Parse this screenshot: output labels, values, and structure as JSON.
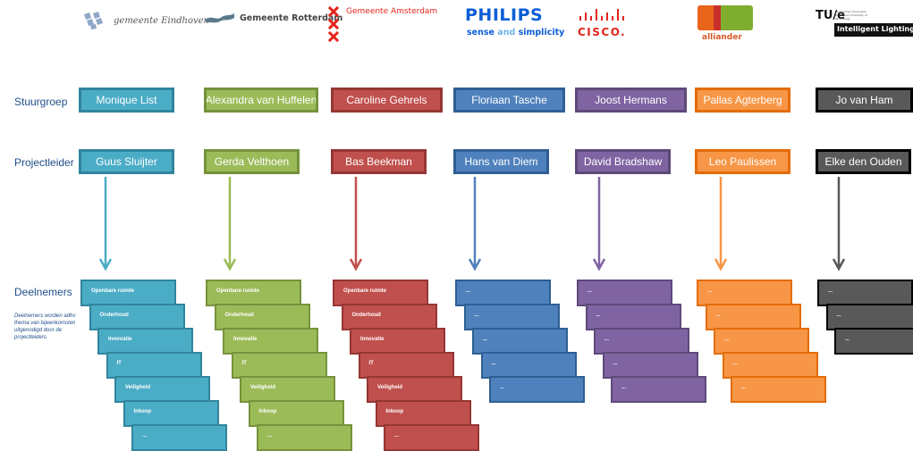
{
  "logos": {
    "eindhoven": "gemeente Eindhoven",
    "rotterdam": "Gemeente Rotterdam",
    "amsterdam": "Gemeente Amsterdam",
    "philips_brand": "PHILIPS",
    "philips_tag_pre": "sense ",
    "philips_tag_and": "and",
    "philips_tag_post": " simplicity",
    "cisco": "CISCO.",
    "alliander": "alliander",
    "tue_brand": "TU/e",
    "tue_small": "Technische Universiteit Eindhoven University of Technology",
    "tue_institute": "Intelligent Lighting Institute"
  },
  "rows": {
    "stuurgroep": "Stuurgroep",
    "projectleider": "Projectleider",
    "deelnemers": "Deelnemers",
    "deelnemers_note": "Deelnemers worden adhv thema van bijeenkomsten uitgenodigd door de projectleiders."
  },
  "columns": [
    {
      "stuurgroep": "Monique List",
      "projectleider": "Guus Sluijter",
      "color": "#4bacc6",
      "border": "#31859c",
      "cards": [
        "Openbare ruimte",
        "Onderhoud",
        "Innovatie",
        "IT",
        "Veiligheid",
        "Inkoop",
        "..."
      ]
    },
    {
      "stuurgroep": "Alexandra van Huffelen",
      "projectleider": "Gerda Velthoen",
      "color": "#9bbb59",
      "border": "#76923c",
      "cards": [
        "Openbare ruimte",
        "Onderhoud",
        "Innovatie",
        "IT",
        "Veiligheid",
        "Inkoop",
        "..."
      ]
    },
    {
      "stuurgroep": "Caroline Gehrels",
      "projectleider": "Bas Beekman",
      "color": "#c0504d",
      "border": "#943634",
      "cards": [
        "Openbare ruimte",
        "Onderhoud",
        "Innovatie",
        "IT",
        "Veiligheid",
        "Inkoop",
        "..."
      ]
    },
    {
      "stuurgroep": "Floriaan Tasche",
      "projectleider": "Hans van Diem",
      "color": "#4f81bd",
      "border": "#2f5f93",
      "cards": [
        "...",
        "...",
        "...",
        "...",
        "..."
      ]
    },
    {
      "stuurgroep": "Joost Hermans",
      "projectleider": "David Bradshaw",
      "color": "#8064a2",
      "border": "#5f497a",
      "cards": [
        "...",
        "...",
        "...",
        "...",
        "..."
      ]
    },
    {
      "stuurgroep": "Pallas Agterberg",
      "projectleider": "Leo Paulissen",
      "color": "#f79646",
      "border": "#e36c09",
      "cards": [
        "...",
        "...",
        "...",
        "...",
        "..."
      ]
    },
    {
      "stuurgroep": "Jo van Ham",
      "projectleider": "Elke den Ouden",
      "color": "#595959",
      "border": "#000000",
      "cards": [
        "...",
        "...",
        "..."
      ]
    }
  ]
}
